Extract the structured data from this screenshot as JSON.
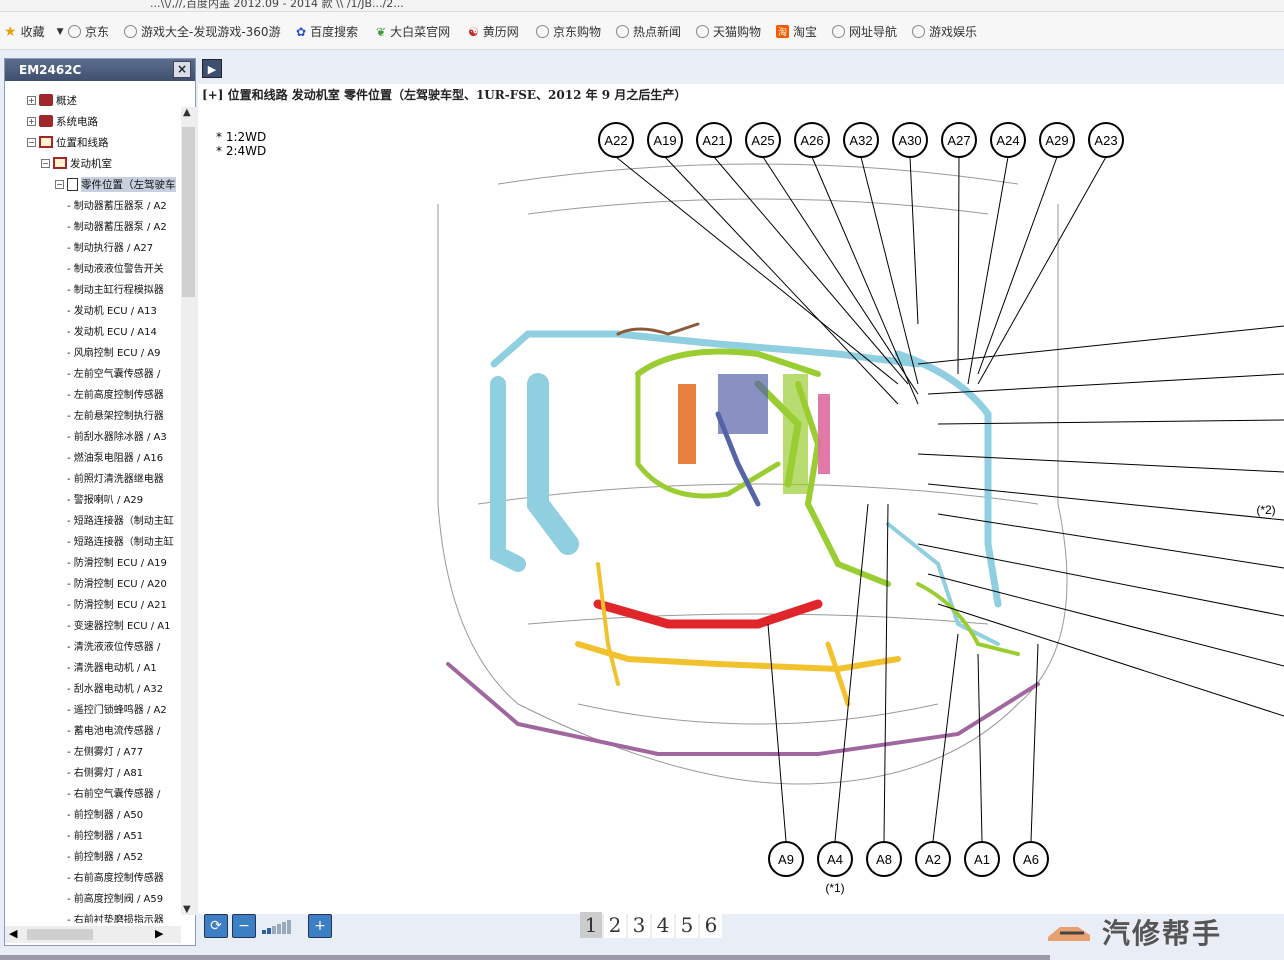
{
  "browser": {
    "url_text": "...\\\\/,//,百度内盖 2012.09 - 2014 款 \\\\ /1/JB.../2..."
  },
  "bookmarks": [
    {
      "label": "收藏",
      "icon": "star-icon"
    },
    {
      "label": "京东",
      "icon": "globe-icon"
    },
    {
      "label": "游戏大全-发现游戏-360游",
      "icon": "globe-icon"
    },
    {
      "label": "百度搜索",
      "icon": "baidu-icon"
    },
    {
      "label": "大白菜官网",
      "icon": "cabbage-icon"
    },
    {
      "label": "黄历网",
      "icon": "calendar-icon"
    },
    {
      "label": "京东购物",
      "icon": "globe-icon"
    },
    {
      "label": "热点新闻",
      "icon": "globe-icon"
    },
    {
      "label": "天猫购物",
      "icon": "globe-icon"
    },
    {
      "label": "淘宝",
      "icon": "taobao-icon"
    },
    {
      "label": "网址导航",
      "icon": "globe-icon"
    },
    {
      "label": "游戏娱乐",
      "icon": "globe-icon"
    }
  ],
  "panel": {
    "title": "EM2462C",
    "close_label": "×",
    "expand_label": "▶"
  },
  "tree": [
    {
      "label": "概述",
      "level": 1,
      "expander": "+",
      "icon": "book"
    },
    {
      "label": "系统电路",
      "level": 1,
      "expander": "+",
      "icon": "book"
    },
    {
      "label": "位置和线路",
      "level": 1,
      "expander": "−",
      "icon": "obook"
    },
    {
      "label": "发动机室",
      "level": 2,
      "expander": "−",
      "icon": "obook"
    },
    {
      "label": "零件位置（左驾驶车",
      "level": 3,
      "expander": "−",
      "icon": "page"
    }
  ],
  "leaves": [
    "- 制动器蓄压器泵 / A2",
    "- 制动器蓄压器泵 / A2",
    "- 制动执行器 / A27",
    "- 制动液液位警告开关",
    "- 制动主缸行程模拟器",
    "- 发动机 ECU / A13",
    "- 发动机 ECU / A14",
    "- 风扇控制 ECU / A9",
    "- 左前空气囊传感器 /",
    "- 左前高度控制传感器",
    "- 左前悬架控制执行器",
    "- 前刮水器除冰器 / A3",
    "- 燃油泵电阻器 / A16",
    "- 前照灯清洗器继电器",
    "- 警报喇叭 / A29",
    "- 短路连接器（制动主缸",
    "- 短路连接器（制动主缸",
    "- 防滑控制 ECU / A19",
    "- 防滑控制 ECU / A20",
    "- 防滑控制 ECU / A21",
    "- 变速器控制 ECU / A1",
    "- 清洗液液位传感器 /",
    "- 清洗器电动机 / A1",
    "- 刮水器电动机 / A32",
    "- 遥控门锁蜂鸣器 / A2",
    "- 蓄电池电流传感器 /",
    "- 左侧雾灯 / A77",
    "- 右侧雾灯 / A81",
    "- 右前空气囊传感器 /",
    "- 前控制器 / A50",
    "- 前控制器 / A51",
    "- 前控制器 / A52",
    "- 右前高度控制传感器",
    "- 前高度控制阀 / A59",
    "- 右前衬垫磨损指示器"
  ],
  "viewer": {
    "title": "[+] 位置和线路  发动机室  零件位置（左驾驶车型、1UR-FSE、2012 年 9 月之后生产）",
    "notes": [
      "* 1:2WD",
      "* 2:4WD"
    ]
  },
  "diagram": {
    "top_labels": [
      "A22",
      "A19",
      "A21",
      "A25",
      "A26",
      "A32",
      "A30",
      "A27",
      "A24",
      "A29",
      "A23"
    ],
    "bottom_labels": [
      "A9",
      "A4",
      "A8",
      "A2",
      "A1",
      "A6"
    ],
    "note_bottom": "(*1)",
    "note_right": "(*2)",
    "colors": {
      "harness_blue": "#8fcfe0",
      "harness_green": "#9acd32",
      "harness_yellow": "#f2c12e",
      "harness_red": "#e0262a",
      "harness_purple": "#a0679e",
      "harness_pink": "#e06aa0",
      "harness_navy": "#5563a8",
      "harness_brown": "#8a5a3a",
      "harness_orange": "#e8722a"
    }
  },
  "toolbar": {
    "refresh_label": "⟳",
    "zoomout_label": "−",
    "zoomin_label": "+"
  },
  "pager": [
    "1",
    "2",
    "3",
    "4",
    "5",
    "6"
  ],
  "pager_active": "1",
  "watermark": {
    "text": "汽修帮手"
  }
}
